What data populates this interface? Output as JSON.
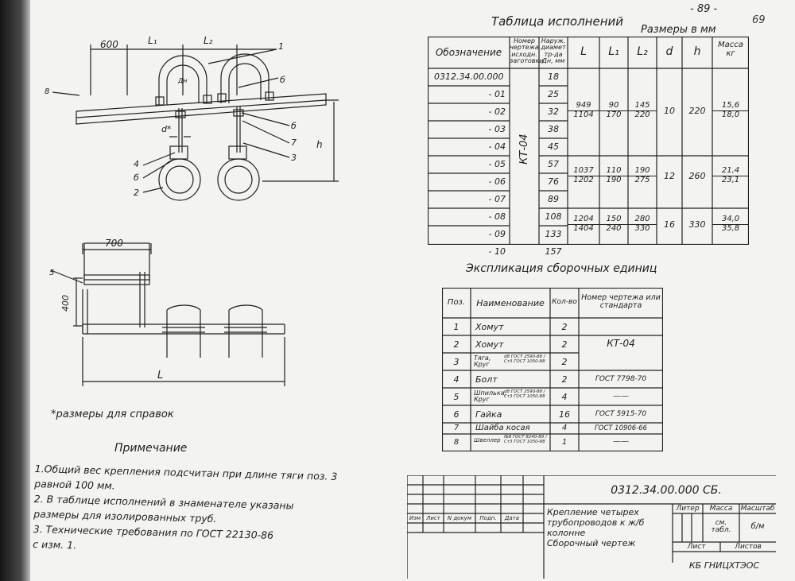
{
  "header": {
    "page_number": "- 89 -",
    "page_corner": "69",
    "table_title": "Таблица исполнений",
    "units_note": "Размеры в мм"
  },
  "exec_table": {
    "headers": {
      "designation": "Обозначение",
      "drawing_no": [
        "Номер",
        "чертежа",
        "исходн.",
        "заготовки"
      ],
      "diameter": [
        "Наруж.",
        "диамет",
        "тр-да",
        "Дн, мм"
      ],
      "L": "L",
      "L1": "L₁",
      "L2": "L₂",
      "d": "d",
      "h": "h",
      "mass": [
        "Масса",
        "кг"
      ]
    },
    "drawing_ref": "КТ-04",
    "rows": [
      {
        "designation": "0312.34.00.000",
        "dn": "18"
      },
      {
        "designation": "- 01",
        "dn": "25"
      },
      {
        "designation": "- 02",
        "dn": "32"
      },
      {
        "designation": "- 03",
        "dn": "38"
      },
      {
        "designation": "- 04",
        "dn": "45"
      },
      {
        "designation": "- 05",
        "dn": "57"
      },
      {
        "designation": "- 06",
        "dn": "76"
      },
      {
        "designation": "- 07",
        "dn": "89"
      },
      {
        "designation": "- 08",
        "dn": "108"
      },
      {
        "designation": "- 09",
        "dn": "133"
      },
      {
        "designation": "- 10",
        "dn": "157"
      }
    ],
    "groups": [
      {
        "L": [
          "949",
          "1104"
        ],
        "L1": [
          "90",
          "170"
        ],
        "L2": [
          "145",
          "220"
        ],
        "d": "10",
        "h": "220",
        "mass": [
          "15,6",
          "18,0"
        ]
      },
      {
        "L": [
          "1037",
          "1202"
        ],
        "L1": [
          "110",
          "190"
        ],
        "L2": [
          "190",
          "275"
        ],
        "d": "12",
        "h": "260",
        "mass": [
          "21,4",
          "23,1"
        ]
      },
      {
        "L": [
          "1204",
          "1404"
        ],
        "L1": [
          "150",
          "240"
        ],
        "L2": [
          "280",
          "330"
        ],
        "d": "16",
        "h": "330",
        "mass": [
          "34,0",
          "35,8"
        ]
      }
    ]
  },
  "parts": {
    "title": "Экспликация сборочных единиц",
    "headers": [
      "Поз.",
      "Наименование",
      "Кол-во",
      "Номер чертежа или стандарта"
    ],
    "rows": [
      {
        "pos": "1",
        "name": "Хомут",
        "name_sub": "",
        "qty": "2",
        "std": ""
      },
      {
        "pos": "2",
        "name": "Хомут",
        "name_sub": "",
        "qty": "2",
        "std": ""
      },
      {
        "pos": "3",
        "name": "Тяга, Круг",
        "name_sub": "d8 ГОСТ 2590-88 / Ст3 ГОСТ 1050-88",
        "qty": "2",
        "std": ""
      },
      {
        "pos": "4",
        "name": "Болт",
        "name_sub": "",
        "qty": "2",
        "std": "ГОСТ 7798-70"
      },
      {
        "pos": "5",
        "name": "Шпилька, Круг",
        "name_sub": "d8 ГОСТ 2590-88 / Ст3 ГОСТ 1050-88",
        "qty": "4",
        "std": "——"
      },
      {
        "pos": "6",
        "name": "Гайка",
        "name_sub": "",
        "qty": "16",
        "std": "ГОСТ 5915-70"
      },
      {
        "pos": "7",
        "name": "Шайба косая",
        "name_sub": "",
        "qty": "4",
        "std": "ГОСТ 10906-66"
      },
      {
        "pos": "8",
        "name": "Швеллер",
        "name_sub": "№8 ГОСТ 8240-89 / Ст3 ГОСТ 1050-88",
        "qty": "1",
        "std": "——"
      }
    ],
    "merged_std": "КТ-04"
  },
  "drawing": {
    "dims_top": [
      "600",
      "L₁",
      "L₂"
    ],
    "dim_h": "h",
    "dim_d": "d*",
    "dim_dn": "Дн",
    "callouts_top": [
      "1",
      "8",
      "б",
      "б",
      "7",
      "3",
      "4",
      "б",
      "2"
    ],
    "dim_700": "700",
    "dim_400": "400",
    "dim_L": "L",
    "callout_5": "5"
  },
  "notes": {
    "reference_note": "*размеры для справок",
    "title": "Примечание",
    "lines": [
      "1.Общий вес крепления подсчитан при длине тяги   поз. 3",
      "равной 100 мм.",
      "2. В таблице исполнений в знаменателе указаны",
      "размеры для изолированных труб.",
      "3. Технические требования  по ГОСТ 22130-86",
      "с изм. 1."
    ]
  },
  "title_block": {
    "doc_code": "0312.34.00.000 СБ.",
    "col_labels": [
      "Изм",
      "Лист",
      "N докум",
      "Подп.",
      "Дата"
    ],
    "description": [
      "Крепление четырех",
      "трубопроводов к ж/б",
      "колонне",
      "Сборочный чертеж"
    ],
    "litera": "Литер",
    "massa": "Масса",
    "masshtab": "Масштаб",
    "massa_value": "см. табл.",
    "scale_value": "б/м",
    "sheet": "Лист",
    "sheets": "Листов",
    "org": "КБ ГНИЦХТЭОС"
  }
}
